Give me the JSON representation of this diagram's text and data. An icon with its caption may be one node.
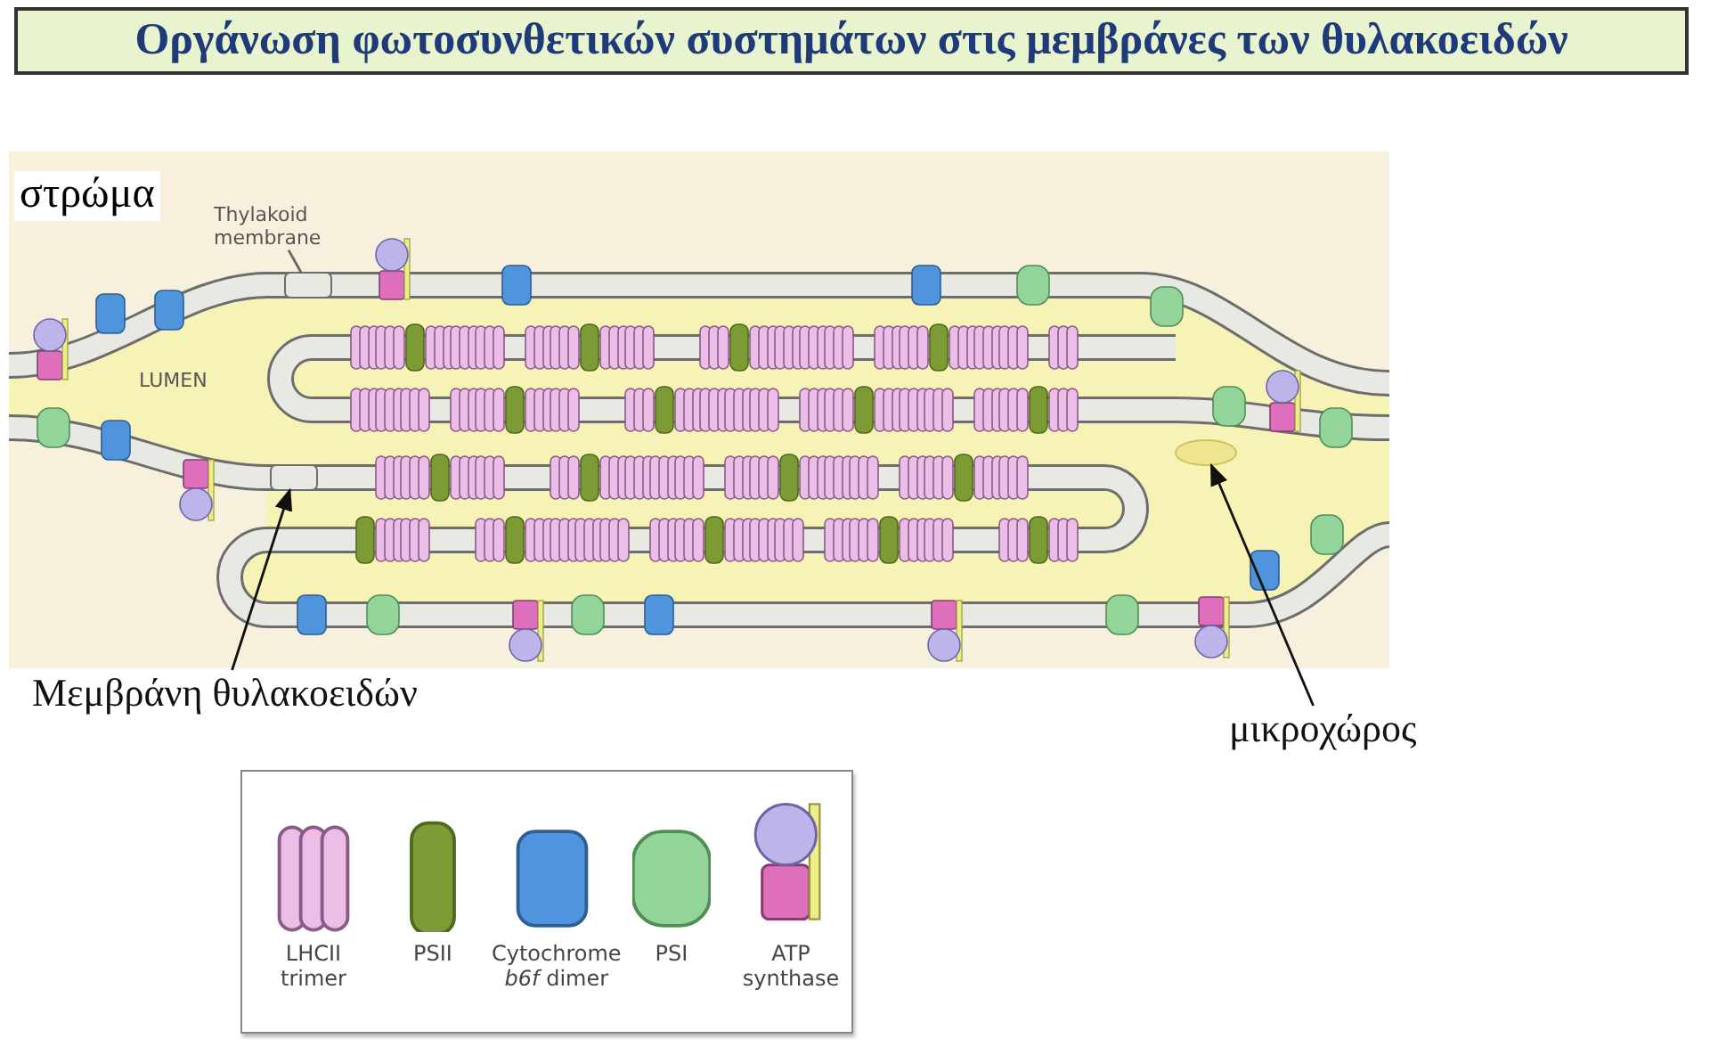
{
  "diagram": {
    "title": "Οργάνωση φωτοσυνθετικών συστημάτων στις μεμβράνες των θυλακοειδών",
    "nodes": [
      {
        "text": [
          "Thylakoid membrane"
        ]
      },
      {
        "text": [],
        "shape": "band"
      },
      {
        "text": [
          "Μεμβράνη θυλακοειδών"
        ]
      },
      {
        "text": [],
        "shape": "band"
      },
      {
        "text": [
          "μικροχώρος"
        ]
      },
      {
        "text": [],
        "shape": "area"
      }
    ],
    "edges": [
      {
        "from": 0,
        "to": 1,
        "arrow": "none"
      },
      {
        "from": 2,
        "to": 3,
        "arrow": "to"
      },
      {
        "from": 4,
        "to": 5,
        "arrow": "to"
      }
    ],
    "labels": [
      "στρώμα",
      "LUMEN"
    ],
    "legend": [
      {
        "text": "LHCII trimer"
      },
      {
        "text": "PSII"
      },
      {
        "text": "Cytochrome *b6f* dimer"
      },
      {
        "text": "PSI"
      },
      {
        "text": "ATP synthase"
      }
    ]
  }
}
